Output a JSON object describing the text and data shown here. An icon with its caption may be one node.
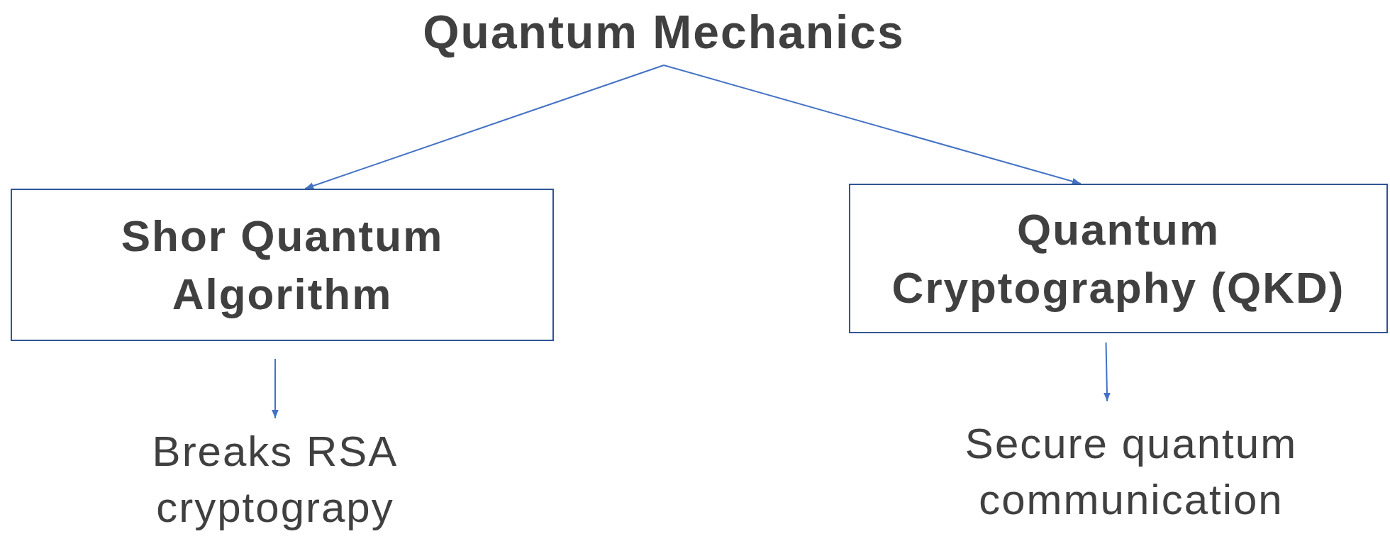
{
  "diagram": {
    "nodes": [
      {
        "text": [
          "Quantum Mechanics"
        ]
      },
      {
        "text": [
          "Shor Quantum Algorithm"
        ]
      },
      {
        "text": [
          "Quantum Cryptography (QKD)"
        ]
      },
      {
        "text": [
          "Breaks RSA cryptograpy"
        ]
      },
      {
        "text": [
          "Secure quantum communication"
        ]
      }
    ],
    "edges": [
      {
        "from": 0,
        "to": 1,
        "arrow": "to"
      },
      {
        "from": 0,
        "to": 2,
        "arrow": "to"
      },
      {
        "from": 1,
        "to": 3,
        "arrow": "to"
      },
      {
        "from": 2,
        "to": 4,
        "arrow": "to"
      }
    ]
  }
}
